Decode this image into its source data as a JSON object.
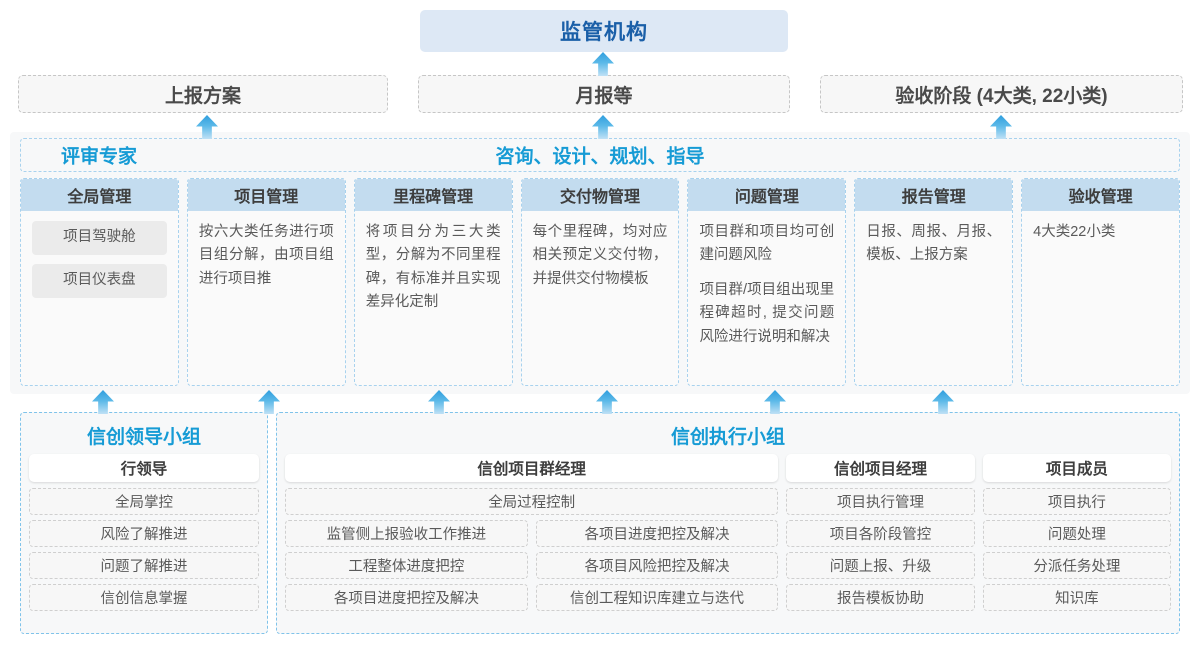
{
  "top": {
    "authority": "监管机构"
  },
  "reports": [
    {
      "label": "上报方案"
    },
    {
      "label": "月报等"
    },
    {
      "label": "验收阶段 (4大类, 22小类)"
    }
  ],
  "middle": {
    "header_left": "评审专家",
    "header_center": "咨询、设计、规划、指导",
    "cards": [
      {
        "title": "全局管理",
        "pills": [
          "项目驾驶舱",
          "项目仪表盘"
        ],
        "paragraphs": []
      },
      {
        "title": "项目管理",
        "pills": [],
        "paragraphs": [
          "按六大类任务进行项目组分解，由项目组进行项目推"
        ]
      },
      {
        "title": "里程碑管理",
        "pills": [],
        "paragraphs": [
          "将项目分为三大类型，分解为不同里程碑，有标准并且实现差异化定制"
        ]
      },
      {
        "title": "交付物管理",
        "pills": [],
        "paragraphs": [
          "每个里程碑，均对应相关预定义交付物，并提供交付物模板"
        ]
      },
      {
        "title": "问题管理",
        "pills": [],
        "paragraphs": [
          "项目群和项目均可创建问题风险",
          "项目群/项目组出现里程碑超时, 提交问题风险进行说明和解决"
        ]
      },
      {
        "title": "报告管理",
        "pills": [],
        "paragraphs": [
          "日报、周报、月报、模板、上报方案"
        ]
      },
      {
        "title": "验收管理",
        "pills": [],
        "paragraphs": [
          "4大类22小类"
        ]
      }
    ]
  },
  "bottom": {
    "left_group": {
      "title": "信创领导小组",
      "role": "行领导",
      "tasks": [
        "全局掌控",
        "风险了解推进",
        "问题了解推进",
        "信创信息掌握"
      ]
    },
    "right_group": {
      "title": "信创执行小组",
      "program_manager": {
        "role": "信创项目群经理",
        "full_width_task": "全局过程控制",
        "left_tasks": [
          "监管侧上报验收工作推进",
          "工程整体进度把控",
          "各项目进度把控及解决"
        ],
        "right_tasks": [
          "各项目进度把控及解决",
          "各项目风险把控及解决",
          "信创工程知识库建立与迭代"
        ]
      },
      "project_manager": {
        "role": "信创项目经理",
        "tasks": [
          "项目执行管理",
          "项目各阶段管控",
          "问题上报、升级",
          "报告模板协助"
        ]
      },
      "member": {
        "role": "项目成员",
        "tasks": [
          "项目执行",
          "问题处理",
          "分派任务处理",
          "知识库"
        ]
      }
    }
  },
  "colors": {
    "accent_blue": "#169bd5",
    "title_blue": "#1a5fa8",
    "card_header": "#c3dcef",
    "panel_bg": "#f7f8f9"
  }
}
